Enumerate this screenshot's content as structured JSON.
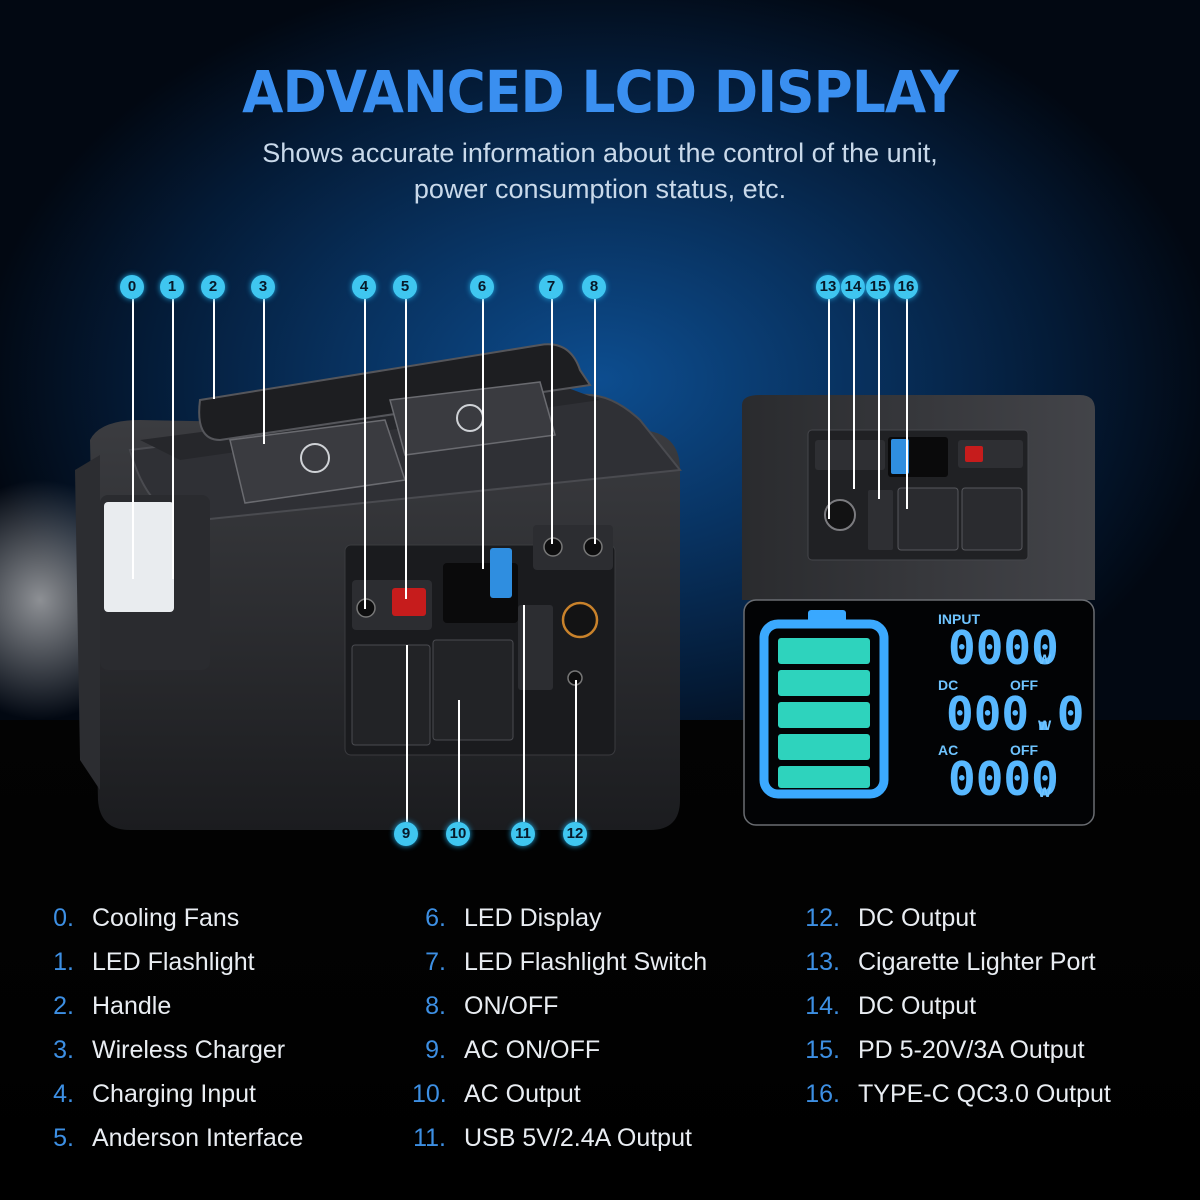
{
  "header": {
    "title": "ADVANCED LCD DISPLAY",
    "subtitle_line1": "Shows accurate information about the control of the unit,",
    "subtitle_line2": "power consumption status, etc."
  },
  "callouts": [
    "0",
    "1",
    "2",
    "3",
    "4",
    "5",
    "6",
    "7",
    "8",
    "9",
    "10",
    "11",
    "12",
    "13",
    "14",
    "15",
    "16"
  ],
  "lcd": {
    "input_label": "INPUT",
    "input_value": "0000",
    "input_unit": "W",
    "dc_label": "DC",
    "dc_state": "OFF",
    "dc_value": "000.0",
    "dc_unit": "W",
    "ac_label": "AC",
    "ac_state": "OFF",
    "ac_value": "0000",
    "ac_unit": "W",
    "battery_bars": 5
  },
  "legend": {
    "col1": [
      {
        "num": "0.",
        "label": "Cooling Fans"
      },
      {
        "num": "1.",
        "label": "LED Flashlight"
      },
      {
        "num": "2.",
        "label": "Handle"
      },
      {
        "num": "3.",
        "label": "Wireless Charger"
      },
      {
        "num": "4.",
        "label": "Charging Input"
      },
      {
        "num": "5.",
        "label": "Anderson Interface"
      }
    ],
    "col2": [
      {
        "num": "6.",
        "label": "LED Display"
      },
      {
        "num": "7.",
        "label": "LED Flashlight Switch"
      },
      {
        "num": "8.",
        "label": "ON/OFF"
      },
      {
        "num": "9.",
        "label": "AC ON/OFF"
      },
      {
        "num": "10.",
        "label": "AC Output"
      },
      {
        "num": "11.",
        "label": "USB 5V/2.4A Output"
      }
    ],
    "col3": [
      {
        "num": "12.",
        "label": "DC Output"
      },
      {
        "num": "13.",
        "label": "Cigarette Lighter Port"
      },
      {
        "num": "14.",
        "label": "DC Output"
      },
      {
        "num": "15.",
        "label": "PD 5-20V/3A Output"
      },
      {
        "num": "16.",
        "label": "TYPE-C QC3.0 Output"
      }
    ]
  }
}
